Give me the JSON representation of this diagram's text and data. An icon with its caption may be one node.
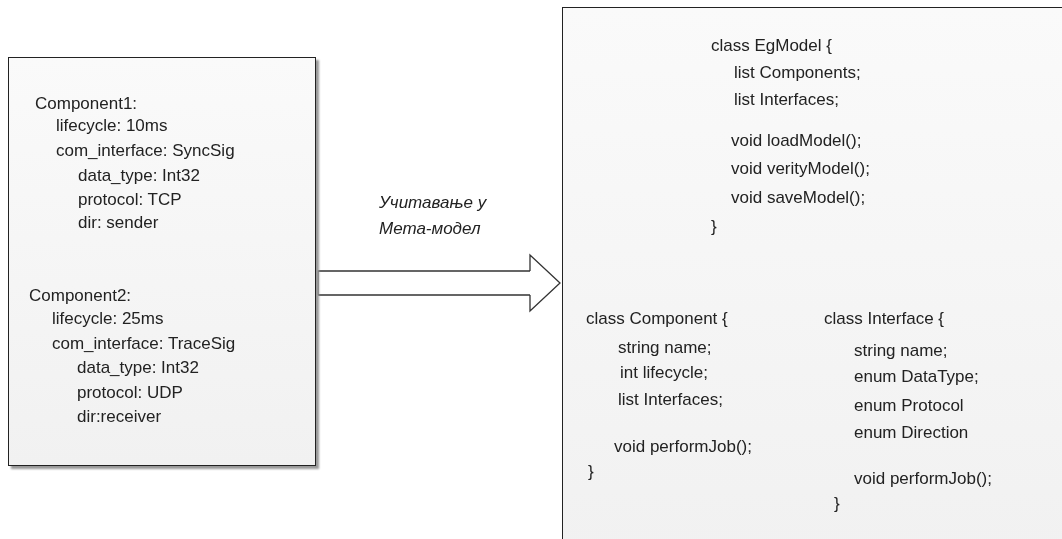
{
  "diagram": {
    "nodes": [
      {
        "text": [
          "Component1:",
          "lifecycle: 10ms",
          "com_interface: SyncSig",
          "data_type: Int32",
          "protocol: TCP",
          "dir: sender",
          "Component2:",
          "lifecycle: 25ms",
          "com_interface: TraceSig",
          "data_type: Int32",
          "protocol: UDP",
          "dir:receiver"
        ]
      },
      {
        "text": [
          "class EgModel {",
          "list Components;",
          "list Interfaces;",
          "void loadModel();",
          "void verityModel();",
          "void saveModel();",
          "}",
          "class Component {",
          "string name;",
          "int lifecycle;",
          "list Interfaces;",
          "void performJob();",
          "}",
          "class Interface {",
          "string name;",
          "enum DataType;",
          "enum Protocol",
          "enum Direction",
          "void performJob();",
          "}"
        ]
      }
    ],
    "edges": [
      {
        "from": 0,
        "to": 1,
        "arrow": "to",
        "label": "Учитавање у Мета-модел"
      }
    ]
  }
}
